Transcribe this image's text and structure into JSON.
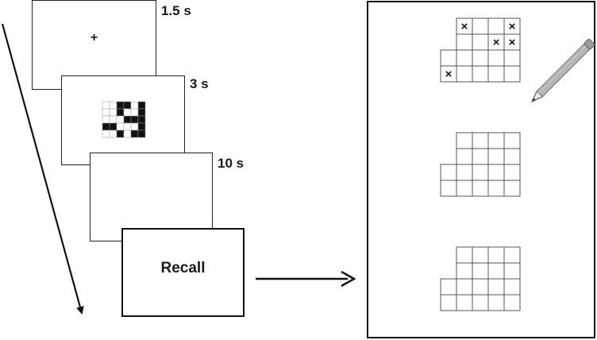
{
  "timeline": {
    "fixation": {
      "symbol": "+",
      "duration": "1.5 s"
    },
    "pattern": {
      "duration": "3 s",
      "cells": [
        [
          0,
          0,
          1,
          1,
          0,
          1
        ],
        [
          0,
          0,
          1,
          0,
          0,
          1
        ],
        [
          0,
          0,
          0,
          1,
          1,
          1
        ],
        [
          1,
          1,
          0,
          0,
          0,
          1
        ],
        [
          0,
          0,
          1,
          0,
          1,
          1
        ]
      ]
    },
    "retention": {
      "duration": "10 s"
    },
    "recall": {
      "label": "Recall"
    }
  },
  "answer_sheet": {
    "grid_shape": [
      [
        0,
        1,
        1,
        1,
        1
      ],
      [
        0,
        1,
        1,
        1,
        1
      ],
      [
        1,
        1,
        1,
        1,
        1
      ],
      [
        1,
        1,
        1,
        1,
        1
      ]
    ],
    "marks": [
      {
        "row": 0,
        "col": 1,
        "symbol": "×"
      },
      {
        "row": 0,
        "col": 4,
        "symbol": "×"
      },
      {
        "row": 1,
        "col": 3,
        "symbol": "×"
      },
      {
        "row": 1,
        "col": 4,
        "symbol": "×"
      },
      {
        "row": 3,
        "col": 0,
        "symbol": "×"
      }
    ]
  },
  "icons": {
    "timeline_arrow": "arrow-down-right-icon",
    "flow_arrow": "arrow-right-icon",
    "pencil": "pencil-icon"
  },
  "colors": {
    "ink": "#1a1a1a",
    "pattern_fill": "#111111",
    "grid_line": "#555555",
    "pencil_body": "#b5b5b5"
  }
}
